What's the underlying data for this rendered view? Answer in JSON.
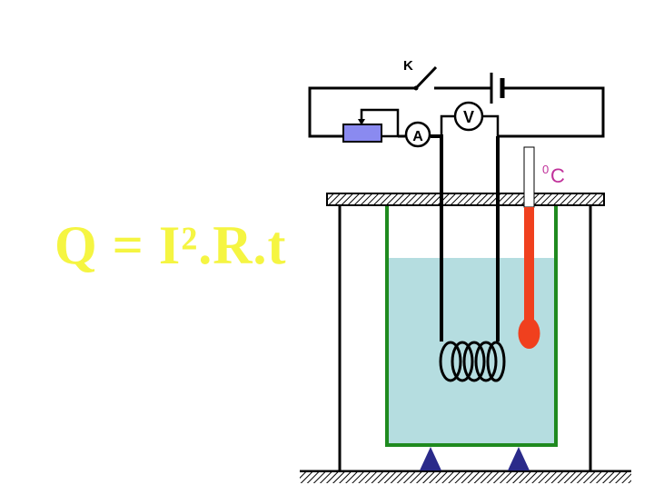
{
  "formula": "Q = I².R.t",
  "labels": {
    "switch": "K",
    "ammeter": "A",
    "voltmeter": "V",
    "thermometer_unit_super": "0",
    "thermometer_unit": "C"
  },
  "colors": {
    "formula": "#f5f542",
    "wire": "#000000",
    "water": "#b5dde0",
    "container": "#1f8a1f",
    "thermometer_liquid": "#f0401e",
    "thermometer_unit": "#c0309a",
    "rheostat": "#8a8af0",
    "support": "#2a2a8a"
  }
}
